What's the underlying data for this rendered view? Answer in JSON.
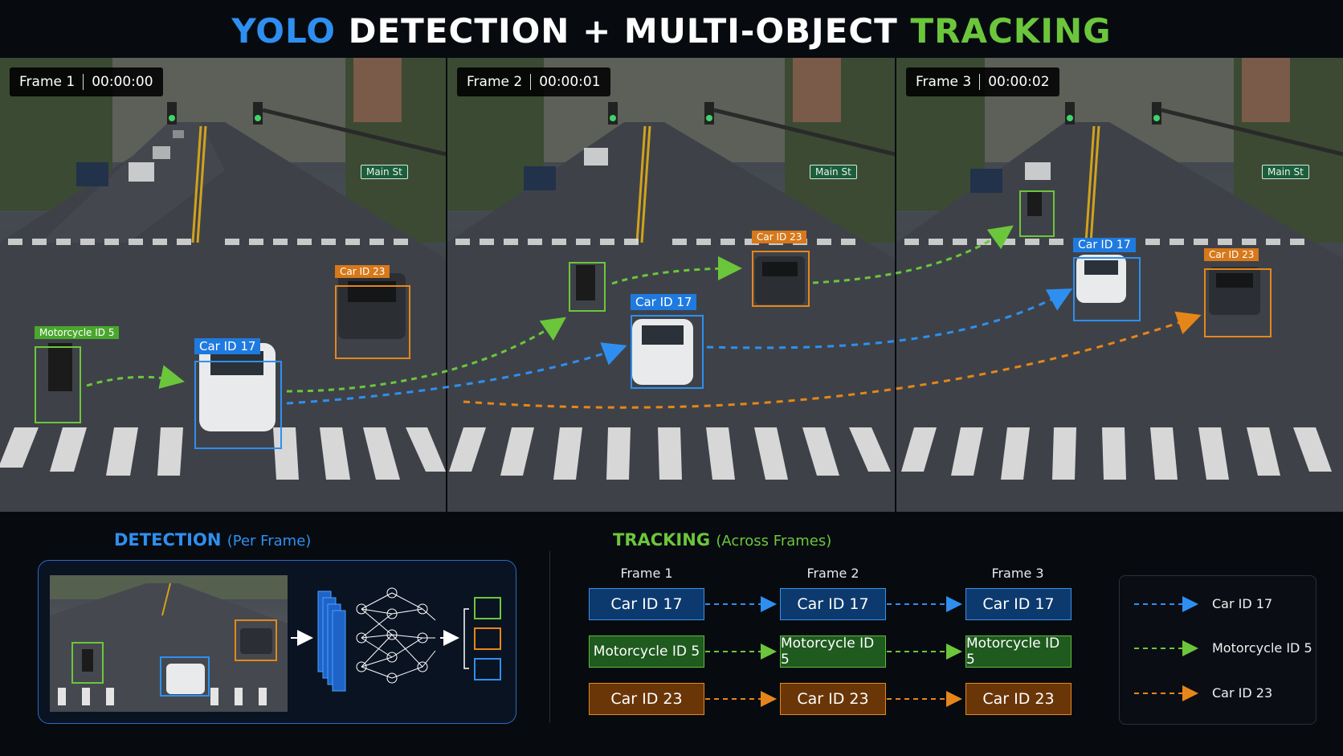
{
  "title": {
    "part1": "YOLO",
    "part2": "DETECTION +",
    "part3": "MULTI-OBJECT",
    "part4": "TRACKING"
  },
  "colors": {
    "blue": "#2f8ff0",
    "green": "#6cc63c",
    "orange": "#e6861a"
  },
  "frames": [
    {
      "label": "Frame 1",
      "time": "00:00:00",
      "street": "Main St",
      "detections": [
        {
          "label": "Motorcycle ID 5",
          "color": "green"
        },
        {
          "label": "Car ID 17",
          "color": "blue"
        },
        {
          "label": "Car ID 23",
          "color": "orange"
        }
      ]
    },
    {
      "label": "Frame 2",
      "time": "00:00:01",
      "street": "Main St",
      "detections": [
        {
          "label": "Car ID 23",
          "color": "orange"
        },
        {
          "label": "Car ID 17",
          "color": "blue"
        }
      ]
    },
    {
      "label": "Frame 3",
      "time": "00:00:02",
      "street": "Main St",
      "detections": [
        {
          "label": "Car ID 17",
          "color": "blue"
        },
        {
          "label": "Car ID 23",
          "color": "orange"
        }
      ]
    }
  ],
  "detection": {
    "title": "DETECTION",
    "subtitle": "(Per Frame)"
  },
  "tracking": {
    "title": "TRACKING",
    "subtitle": "(Across Frames)",
    "columns": [
      "Frame 1",
      "Frame 2",
      "Frame 3"
    ],
    "rows": [
      {
        "label": "Car ID 17",
        "color": "blue"
      },
      {
        "label": "Motorcycle ID 5",
        "color": "green"
      },
      {
        "label": "Car ID 23",
        "color": "orange"
      }
    ]
  },
  "legend": [
    {
      "label": "Car ID 17",
      "color": "blue"
    },
    {
      "label": "Motorcycle ID 5",
      "color": "green"
    },
    {
      "label": "Car ID 23",
      "color": "orange"
    }
  ]
}
